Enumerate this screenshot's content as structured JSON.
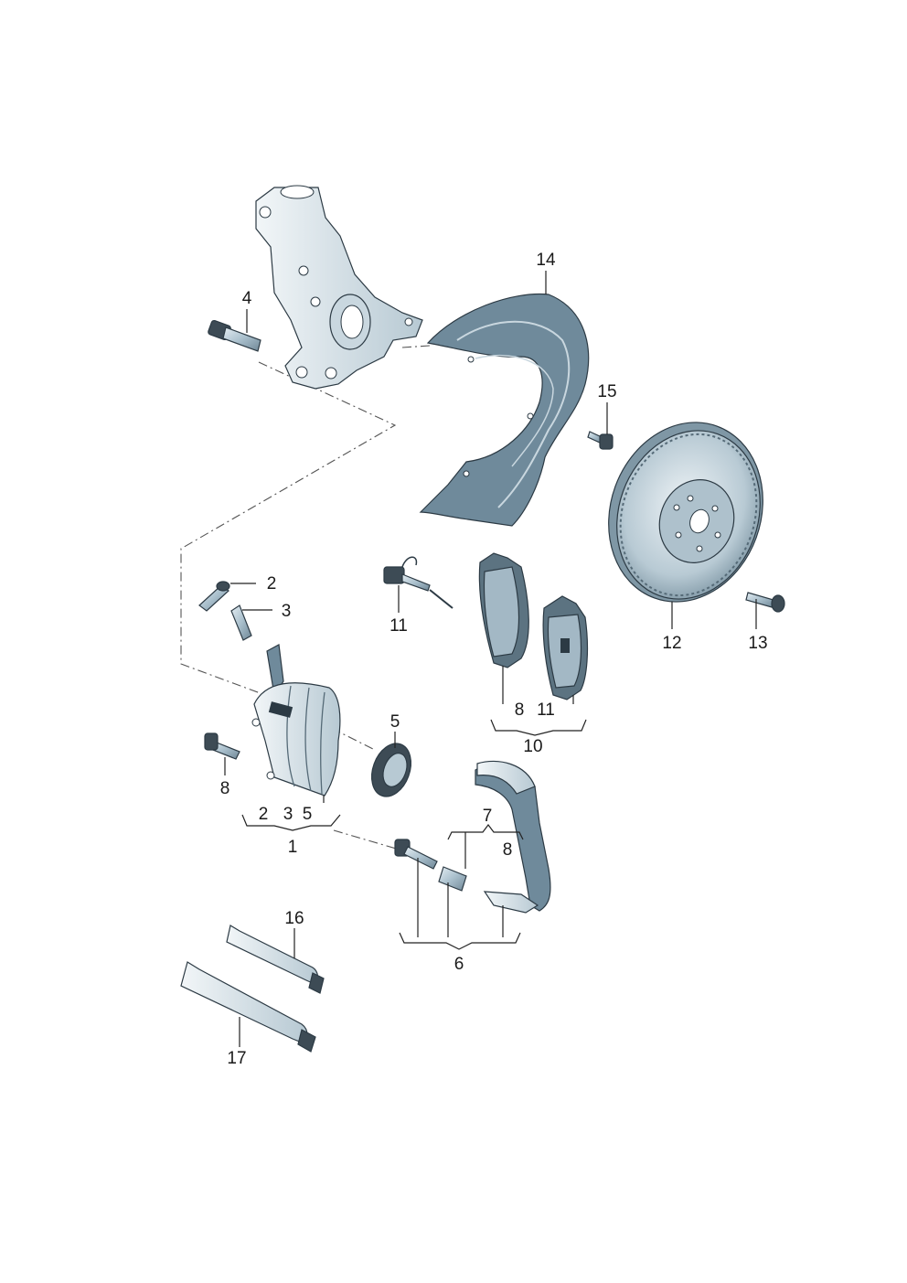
{
  "callouts": {
    "c1": "1",
    "c2_top": "2",
    "c2_bracket": "2",
    "c3_top": "3",
    "c3_bracket": "3",
    "c4": "4",
    "c5_top": "5",
    "c5_bracket": "5",
    "c6": "6",
    "c7": "7",
    "c8_bolt": "8",
    "c8_bracket7": "8",
    "c8_bracket10": "8",
    "c10": "10",
    "c11_sensor": "11",
    "c11_bracket10": "11",
    "c12": "12",
    "c13": "13",
    "c14": "14",
    "c15": "15",
    "c16": "16",
    "c17": "17"
  },
  "colors": {
    "part_fill": "#9fb6c4",
    "part_dark": "#3d4b55",
    "part_stroke": "#2c3a44",
    "line": "#222222"
  }
}
